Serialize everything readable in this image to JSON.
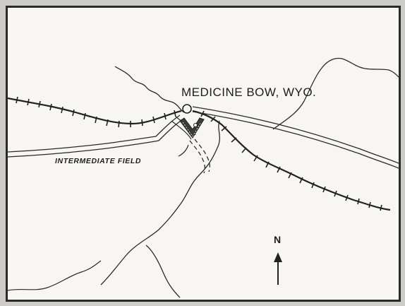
{
  "map": {
    "town_label": "MEDICINE BOW, WYO.",
    "field_label": "INTERMEDIATE FIELD",
    "north_label": "N"
  },
  "colors": {
    "ink": "#222222",
    "paper": "#f7f6f2",
    "frame": "#cfcdc8"
  }
}
